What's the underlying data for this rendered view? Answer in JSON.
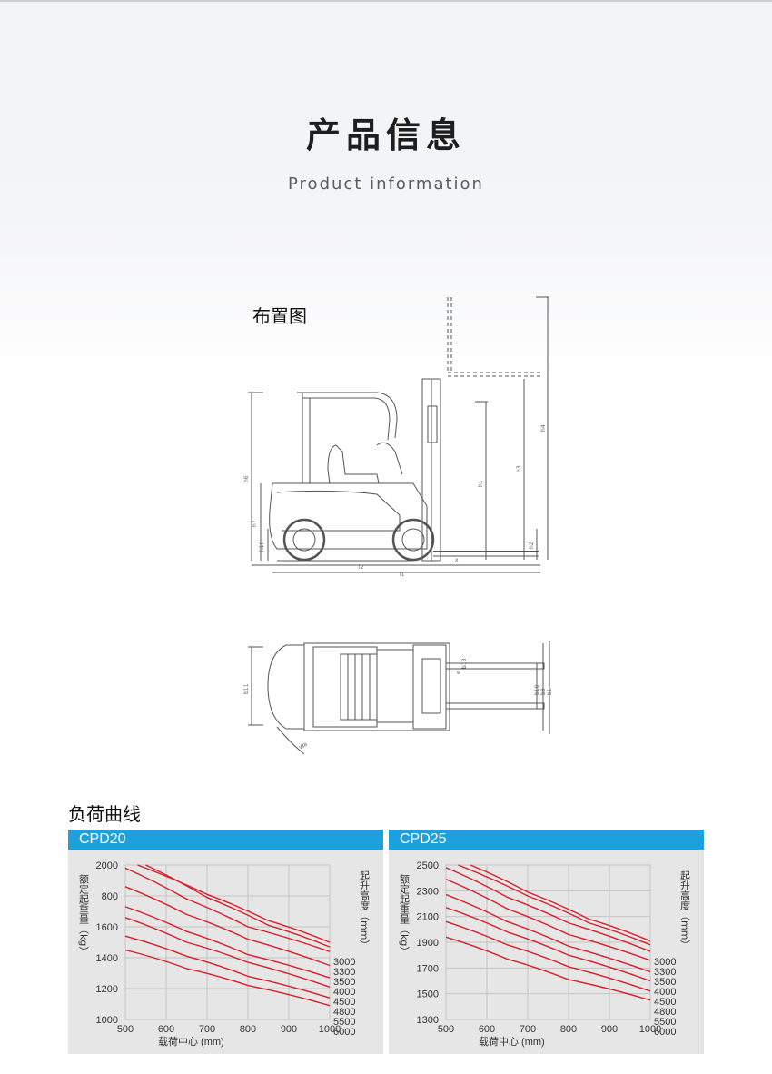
{
  "page": {
    "title": "产品信息",
    "subtitle": "Product information"
  },
  "layout_section": {
    "label": "布置图",
    "side_dimension_labels": [
      "h6",
      "h7",
      "h10",
      "h1",
      "h3",
      "h4",
      "h2",
      "l2",
      "l1",
      "x"
    ],
    "top_dimension_labels": [
      "b11",
      "b13",
      "b10",
      "b3",
      "b1",
      "Wa",
      "e"
    ]
  },
  "load_section": {
    "label": "负荷曲线"
  },
  "chart_data": [
    {
      "type": "line",
      "title": "CPD20",
      "ylabel": "额定起重量（kg）",
      "xlabel": "载荷中心 (mm)",
      "right_label": "起升高度（mm）",
      "x_ticks": [
        500,
        600,
        700,
        800,
        900,
        1000
      ],
      "y_ticks": [
        1000,
        1200,
        1400,
        1600,
        800,
        2000
      ],
      "xlim": [
        500,
        1000
      ],
      "ylim": [
        1000,
        2000
      ],
      "grid": true,
      "line_color": "#d81f2a",
      "series": [
        {
          "name": "3000",
          "x": [
            530,
            700,
            850,
            1000
          ],
          "y": [
            2000,
            1810,
            1640,
            1500
          ]
        },
        {
          "name": "3300",
          "x": [
            550,
            700,
            850,
            1000
          ],
          "y": [
            2000,
            1790,
            1610,
            1470
          ]
        },
        {
          "name": "3500",
          "x": [
            500,
            650,
            800,
            1000
          ],
          "y": [
            1980,
            1780,
            1600,
            1440
          ]
        },
        {
          "name": "4000",
          "x": [
            500,
            650,
            800,
            1000
          ],
          "y": [
            1860,
            1680,
            1520,
            1350
          ]
        },
        {
          "name": "4500",
          "x": [
            500,
            650,
            800,
            1000
          ],
          "y": [
            1730,
            1570,
            1420,
            1270
          ]
        },
        {
          "name": "4800",
          "x": [
            500,
            650,
            800,
            1000
          ],
          "y": [
            1660,
            1500,
            1370,
            1210
          ]
        },
        {
          "name": "5500",
          "x": [
            500,
            650,
            800,
            1000
          ],
          "y": [
            1540,
            1410,
            1280,
            1140
          ]
        },
        {
          "name": "6000",
          "x": [
            500,
            650,
            800,
            1000
          ],
          "y": [
            1450,
            1330,
            1220,
            1090
          ]
        }
      ]
    },
    {
      "type": "line",
      "title": "CPD25",
      "ylabel": "额定起重量（kg）",
      "xlabel": "载荷中心 (mm)",
      "right_label": "起升高度（mm）",
      "x_ticks": [
        500,
        600,
        700,
        800,
        900,
        1000
      ],
      "y_ticks": [
        1300,
        1500,
        1700,
        1900,
        2100,
        2300,
        2500
      ],
      "xlim": [
        500,
        1000
      ],
      "ylim": [
        1300,
        2500
      ],
      "grid": true,
      "line_color": "#d81f2a",
      "series": [
        {
          "name": "3000",
          "x": [
            560,
            700,
            850,
            1000
          ],
          "y": [
            2500,
            2290,
            2080,
            1910
          ]
        },
        {
          "name": "3300",
          "x": [
            530,
            700,
            850,
            1000
          ],
          "y": [
            2500,
            2260,
            2050,
            1880
          ]
        },
        {
          "name": "3500",
          "x": [
            500,
            650,
            800,
            1000
          ],
          "y": [
            2480,
            2250,
            2050,
            1830
          ]
        },
        {
          "name": "4000",
          "x": [
            500,
            650,
            800,
            1000
          ],
          "y": [
            2390,
            2160,
            1960,
            1760
          ]
        },
        {
          "name": "4500",
          "x": [
            500,
            650,
            800,
            1000
          ],
          "y": [
            2270,
            2060,
            1870,
            1670
          ]
        },
        {
          "name": "4800",
          "x": [
            500,
            650,
            800,
            1000
          ],
          "y": [
            2170,
            1980,
            1800,
            1600
          ]
        },
        {
          "name": "5500",
          "x": [
            500,
            650,
            800,
            1000
          ],
          "y": [
            2060,
            1880,
            1710,
            1520
          ]
        },
        {
          "name": "6000",
          "x": [
            500,
            650,
            800,
            1000
          ],
          "y": [
            1940,
            1770,
            1610,
            1450
          ]
        }
      ]
    }
  ]
}
